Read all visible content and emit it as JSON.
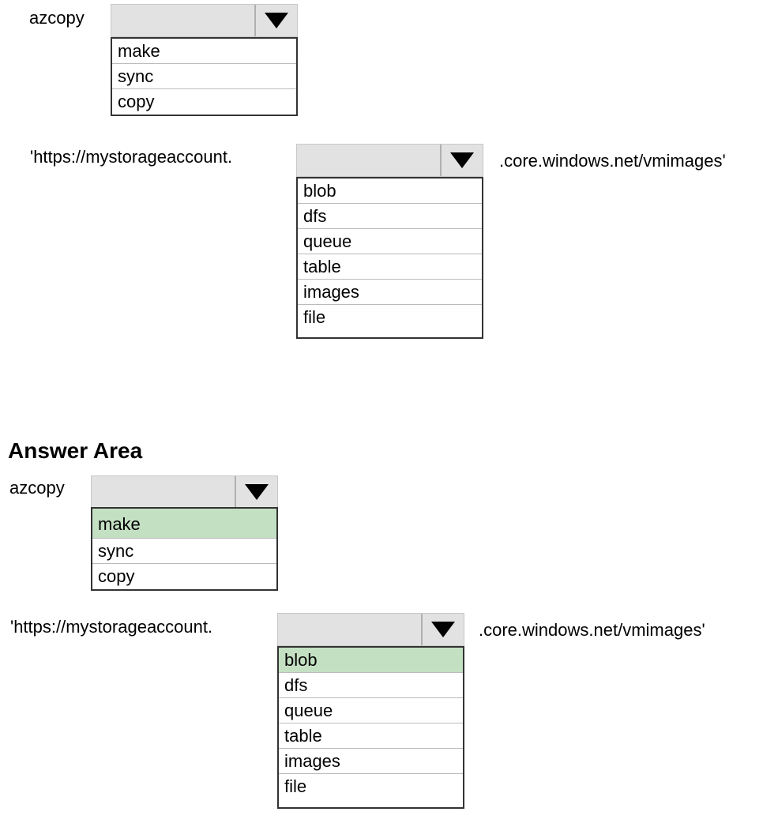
{
  "question": {
    "cmd_label": "azcopy",
    "url_prefix": "'https://mystorageaccount.",
    "url_suffix": ".core.windows.net/vmimages'",
    "dropdown1": {
      "options": [
        "make",
        "sync",
        "copy"
      ]
    },
    "dropdown2": {
      "options": [
        "blob",
        "dfs",
        "queue",
        "table",
        "images",
        "file"
      ]
    }
  },
  "answer": {
    "title": "Answer Area",
    "cmd_label": "azcopy",
    "url_prefix": "'https://mystorageaccount.",
    "url_suffix": ".core.windows.net/vmimages'",
    "dropdown1": {
      "options": [
        "make",
        "sync",
        "copy"
      ],
      "selected": "make"
    },
    "dropdown2": {
      "options": [
        "blob",
        "dfs",
        "queue",
        "table",
        "images",
        "file"
      ],
      "selected": "blob"
    }
  },
  "colors": {
    "selected_bg": "#c3e0c3",
    "header_bg": "#e2e2e2"
  }
}
